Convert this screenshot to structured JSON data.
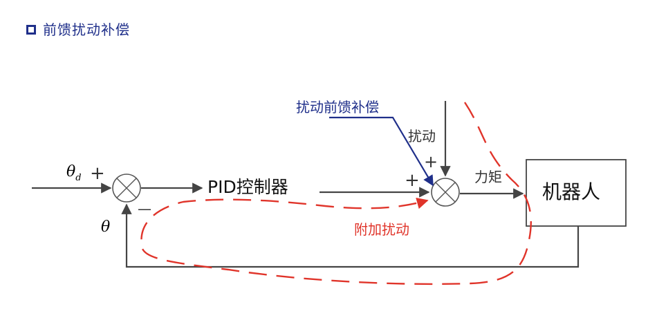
{
  "header": {
    "title": "前馈扰动补偿"
  },
  "diagram": {
    "input_label": "θ",
    "input_sub": "d",
    "plus_left": "+",
    "minus_left": "—",
    "feedback_label": "θ",
    "pid_label": "PID控制器",
    "plus_right": "+",
    "plus_top": "+",
    "disturbance_label": "扰动",
    "feedforward_label": "扰动前馈补偿",
    "torque_label": "力矩",
    "robot_label": "机器人",
    "added_disturbance_label": "附加扰动",
    "colors": {
      "line": "#444444",
      "feedforward": "#1f2f8a",
      "annotation": "#e0342a"
    }
  }
}
